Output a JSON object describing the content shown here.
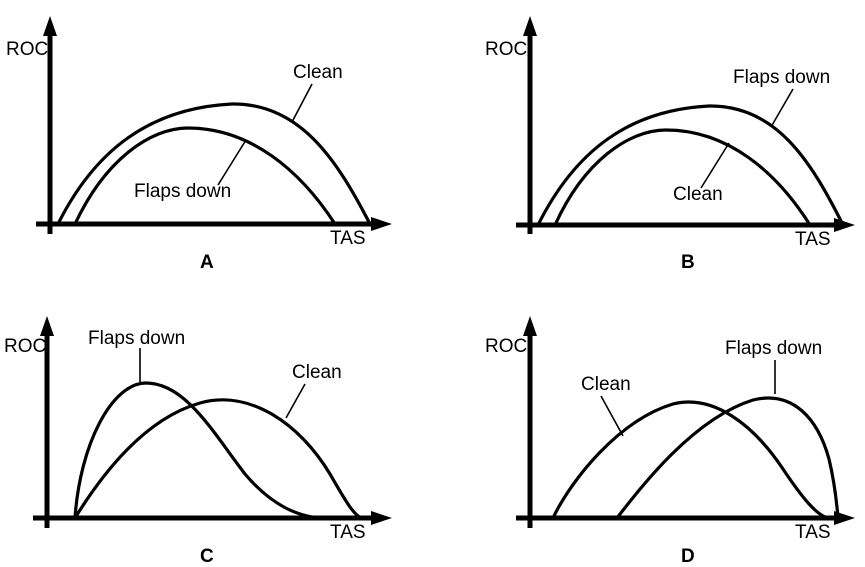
{
  "figure": {
    "title": "",
    "background_color": "#ffffff",
    "line_color": "#000000",
    "panel_count": 4
  },
  "panels": [
    {
      "id": "A",
      "letter": "A",
      "y_axis_label": "ROC",
      "x_axis_label": "TAS",
      "labels": [
        {
          "name": "clean",
          "text": "Clean"
        },
        {
          "name": "flaps-down",
          "text": "Flaps down"
        }
      ]
    },
    {
      "id": "B",
      "letter": "B",
      "y_axis_label": "ROC",
      "x_axis_label": "TAS",
      "labels": [
        {
          "name": "flaps-down",
          "text": "Flaps down"
        },
        {
          "name": "clean",
          "text": "Clean"
        }
      ]
    },
    {
      "id": "C",
      "letter": "C",
      "y_axis_label": "ROC",
      "x_axis_label": "TAS",
      "labels": [
        {
          "name": "flaps-down",
          "text": "Flaps down"
        },
        {
          "name": "clean",
          "text": "Clean"
        }
      ]
    },
    {
      "id": "D",
      "letter": "D",
      "y_axis_label": "ROC",
      "x_axis_label": "TAS",
      "labels": [
        {
          "name": "clean",
          "text": "Clean"
        },
        {
          "name": "flaps-down",
          "text": "Flaps down"
        }
      ]
    }
  ],
  "chart_data": [
    {
      "type": "line",
      "panel": "A",
      "title": "A",
      "xlabel": "TAS",
      "ylabel": "ROC",
      "xlim": [
        0,
        100
      ],
      "ylim": [
        0,
        100
      ],
      "grid": false,
      "legend": "inline-annotations",
      "axis_ticks": false,
      "series": [
        {
          "name": "Clean",
          "comment": "higher peak, wider speed range, peaks at higher TAS",
          "x": [
            2.5,
            10,
            20,
            30,
            40,
            53,
            60,
            70,
            80,
            90,
            100
          ],
          "y": [
            0,
            36,
            58,
            70,
            77,
            80,
            78.5,
            70,
            55,
            32,
            0
          ]
        },
        {
          "name": "Flaps down",
          "comment": "lower peak, narrower speed range, peaks at lower TAS",
          "x": [
            7.5,
            15,
            22,
            30,
            40,
            47,
            55,
            65,
            75,
            84,
            88
          ],
          "y": [
            0,
            35,
            52,
            62,
            68,
            68.5,
            65,
            55,
            39,
            18,
            0
          ]
        }
      ]
    },
    {
      "type": "line",
      "panel": "B",
      "title": "B",
      "xlabel": "TAS",
      "ylabel": "ROC",
      "xlim": [
        0,
        100
      ],
      "ylim": [
        0,
        100
      ],
      "grid": false,
      "legend": "inline-annotations",
      "axis_ticks": false,
      "series": [
        {
          "name": "Flaps down",
          "comment": "higher peak, wider speed range (labels swapped vs panel A)",
          "x": [
            2.5,
            10,
            20,
            30,
            40,
            53,
            60,
            70,
            80,
            90,
            100
          ],
          "y": [
            0,
            36,
            58,
            70,
            77,
            80,
            78.5,
            70,
            55,
            32,
            0
          ]
        },
        {
          "name": "Clean",
          "comment": "lower peak, narrower speed range",
          "x": [
            7.5,
            15,
            22,
            30,
            40,
            47,
            55,
            65,
            75,
            84,
            88
          ],
          "y": [
            0,
            35,
            52,
            62,
            68,
            68.5,
            65,
            55,
            39,
            18,
            0
          ]
        }
      ]
    },
    {
      "type": "line",
      "panel": "C",
      "title": "C",
      "xlabel": "TAS",
      "ylabel": "ROC",
      "xlim": [
        0,
        100
      ],
      "ylim": [
        0,
        100
      ],
      "grid": false,
      "legend": "inline-annotations",
      "axis_ticks": false,
      "series": [
        {
          "name": "Flaps down",
          "comment": "peaks early at low TAS, falls away sooner; same start speed as Clean",
          "x": [
            8,
            14,
            22,
            29,
            40,
            50,
            60,
            70,
            78,
            84,
            88
          ],
          "y": [
            0,
            45,
            72,
            85,
            84,
            74,
            58,
            40,
            25,
            12,
            0
          ]
        },
        {
          "name": "Clean",
          "comment": "peaks later at higher TAS, extends to higher TAS; same start speed",
          "x": [
            8,
            16,
            26,
            36,
            46,
            55,
            65,
            75,
            85,
            93,
            99
          ],
          "y": [
            0,
            22,
            45,
            62,
            72,
            76,
            74,
            65,
            48,
            26,
            0
          ]
        }
      ]
    },
    {
      "type": "line",
      "panel": "D",
      "title": "D",
      "xlabel": "TAS",
      "ylabel": "ROC",
      "xlim": [
        0,
        100
      ],
      "ylim": [
        0,
        100
      ],
      "grid": false,
      "legend": "inline-annotations",
      "axis_ticks": false,
      "series": [
        {
          "name": "Clean",
          "comment": "starts at lower TAS, broad peak at mid TAS",
          "x": [
            7,
            16,
            26,
            36,
            46,
            56,
            66,
            76,
            86,
            94,
            99
          ],
          "y": [
            0,
            26,
            48,
            63,
            73,
            77,
            76,
            68,
            52,
            28,
            0
          ]
        },
        {
          "name": "Flaps down",
          "comment": "starts at much higher TAS, peaks near top end, steep drop",
          "x": [
            28,
            38,
            48,
            58,
            68,
            76,
            82,
            88,
            93,
            97,
            101
          ],
          "y": [
            0,
            22,
            43,
            60,
            72,
            78,
            79,
            76,
            66,
            45,
            0
          ]
        }
      ]
    }
  ]
}
